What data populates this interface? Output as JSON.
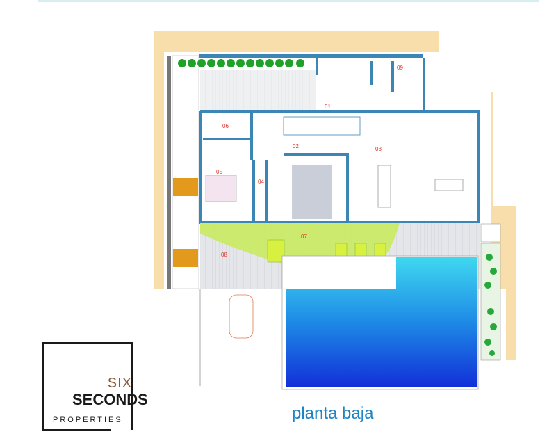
{
  "caption": "planta baja",
  "logo": {
    "line1": "SIX",
    "line2": "SECONDS",
    "line3": "PROPERTIES"
  },
  "rooms": [
    {
      "number": "01"
    },
    {
      "number": "02"
    },
    {
      "number": "03"
    },
    {
      "number": "04"
    },
    {
      "number": "05"
    },
    {
      "number": "06"
    },
    {
      "number": "07"
    },
    {
      "number": "08"
    },
    {
      "number": "09"
    }
  ],
  "colors": {
    "plot": "#f8deaa",
    "wall": "#3b86b4",
    "terrace_green": "#c9ea60",
    "pool_top": "#3fd8f0",
    "pool_bottom": "#1236d8",
    "caption": "#1d84c6",
    "hedge": "#1fa12a"
  }
}
